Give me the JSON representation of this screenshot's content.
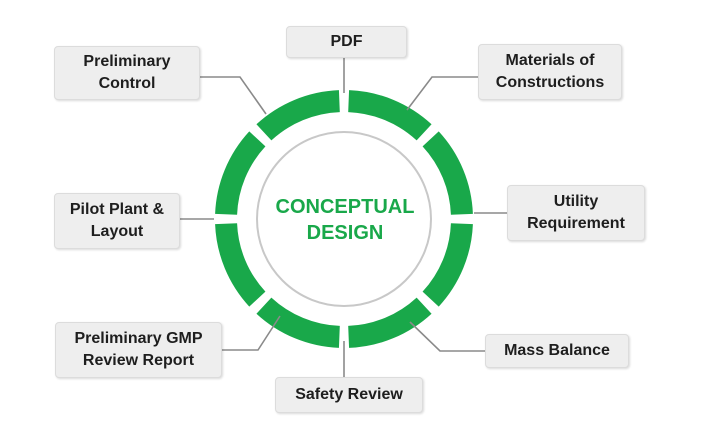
{
  "center": {
    "title": "CONCEPTUAL\nDESIGN"
  },
  "nodes": [
    {
      "id": "pdf",
      "label": "PDF"
    },
    {
      "id": "materials",
      "label": "Materials of\nConstructions"
    },
    {
      "id": "utility",
      "label": "Utility\nRequirement"
    },
    {
      "id": "mass-balance",
      "label": "Mass Balance"
    },
    {
      "id": "safety-review",
      "label": "Safety Review"
    },
    {
      "id": "gmp-review",
      "label": "Preliminary GMP\nReview Report"
    },
    {
      "id": "pilot-plant",
      "label": "Pilot Plant &\nLayout"
    },
    {
      "id": "preliminary-control",
      "label": "Preliminary\nControl"
    }
  ],
  "colors": {
    "ring": "#19a84a",
    "center_text": "#19a84a",
    "connector": "#8a8a8a"
  }
}
